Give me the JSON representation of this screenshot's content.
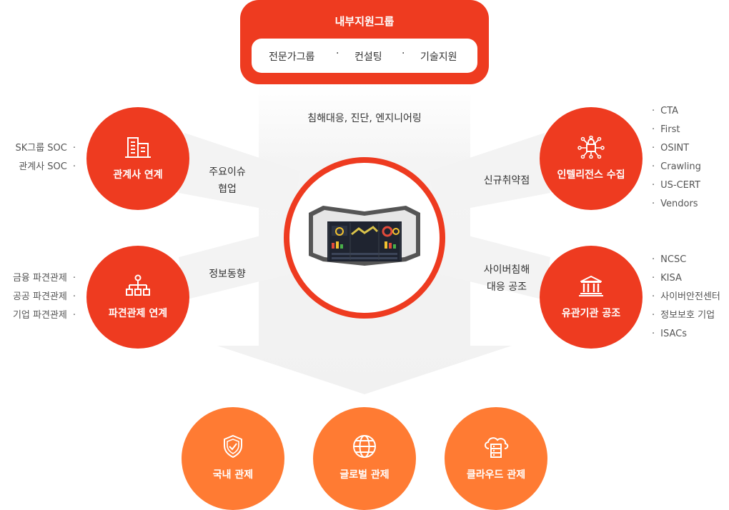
{
  "top": {
    "title": "내부지원그룹",
    "items": [
      "전문가그룹",
      "컨설팅",
      "기술지원"
    ]
  },
  "center_caption": "침해대응, 진단, 엔지니어링",
  "left_top": {
    "label": "관계사 연계",
    "icon": "building-icon",
    "connector": [
      "주요이슈",
      "협업"
    ],
    "list": [
      "SK그룹 SOC",
      "관계사 SOC"
    ]
  },
  "left_bottom": {
    "label": "파견관제 연계",
    "icon": "hierarchy-icon",
    "connector": [
      "정보동향"
    ],
    "list": [
      "금융 파견관제",
      "공공 파견관제",
      "기업 파견관제"
    ]
  },
  "right_top": {
    "label": "인텔리전스 수집",
    "icon": "network-lock-icon",
    "connector": [
      "신규취약점"
    ],
    "list": [
      "CTA",
      "First",
      "OSINT",
      "Crawling",
      "US-CERT",
      "Vendors"
    ]
  },
  "right_bottom": {
    "label": "유관기관 공조",
    "icon": "institution-icon",
    "connector": [
      "사이버침해",
      "대응 공조"
    ],
    "list": [
      "NCSC",
      "KISA",
      "사이버안전센터",
      "정보보호 기업",
      "ISACs"
    ]
  },
  "bottom": [
    {
      "label": "국내 관제",
      "icon": "shield-icon"
    },
    {
      "label": "글로벌 관제",
      "icon": "globe-icon"
    },
    {
      "label": "클라우드 관제",
      "icon": "cloud-server-icon"
    }
  ],
  "colors": {
    "primary": "#ee3b20",
    "secondary": "#ff7b33",
    "band": "#f3f3f3"
  }
}
